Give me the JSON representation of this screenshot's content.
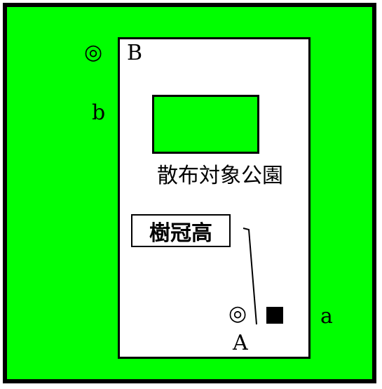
{
  "diagram": {
    "park_label": "散布対象公園",
    "tree_height_label": "樹冠高",
    "point_b_upper": "B",
    "point_b_lower": "b",
    "point_a_upper": "A",
    "point_a_lower": "a",
    "double_circle_symbol": "◎",
    "colors": {
      "green": "#00ff00",
      "border": "#000000",
      "park": "#ffffff"
    }
  }
}
